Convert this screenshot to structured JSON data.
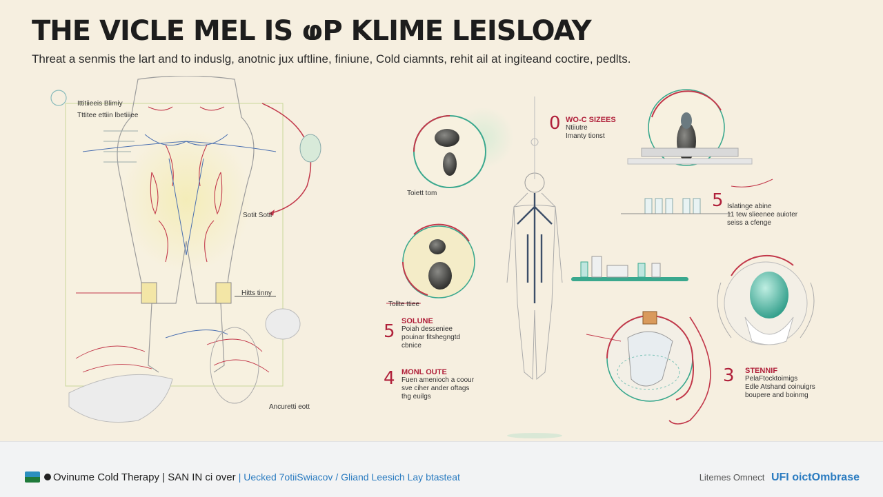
{
  "header": {
    "title": "THE VICLE MEL IS ⱷP KLIME LEISLOAY",
    "subtitle": "Threat a senmis the lart and to induslg, anotnic jux uftline, finiune, Cold ciamnts, rehit ail at ingiteand coctire, pedlts."
  },
  "annotations": {
    "top_left_1": "Ittitiieeis Blimiy",
    "top_left_2": "Tttitee ettiin lbetiiiee",
    "center_right": "Sotit Sotil",
    "lower_left": "Hitts tinny",
    "bottom_left": "Ancuretti eott",
    "mid_small_1": "Toiett tom",
    "mid_small_2": "Tollte ttiee"
  },
  "steps": [
    {
      "number": "0",
      "heading": "WO-C SIZEES",
      "body": [
        "Ntiiutre",
        "Imanty tionst"
      ]
    },
    {
      "number": "5",
      "heading": "",
      "body": [
        "Islatinge abine",
        "11 tew slieenee auioter",
        "seiss a cfenge"
      ]
    },
    {
      "number": "5",
      "heading": "SOLUNE",
      "body": [
        "Poiah desseniee",
        "pouinar fitshegngtd",
        "cbnice"
      ]
    },
    {
      "number": "4",
      "heading": "MONL OUTE",
      "body": [
        "Fuen amenioch a coour",
        "sve ciher ander oftags",
        "thg euilgs"
      ]
    },
    {
      "number": "3",
      "heading": "STENNIF",
      "body": [
        "PelaFtocktoimigs",
        "Edle Atshand coinuigrs",
        "boupere and boinmg"
      ]
    }
  ],
  "footer": {
    "left_title": "Ovinume Cold Therapy",
    "left_mid": "| SAN IN ci over",
    "left_link": "| Uecked 7otiiSwiacov / Gliand Leesich Lay btasteat",
    "right_text": "Litemes Omnect",
    "right_brand": "UFI oictOmbrase"
  },
  "colors": {
    "background": "#f6efe0",
    "accent_red": "#b0203a",
    "accent_teal": "#3aa88e",
    "footer_bg": "#f2f3f4"
  }
}
